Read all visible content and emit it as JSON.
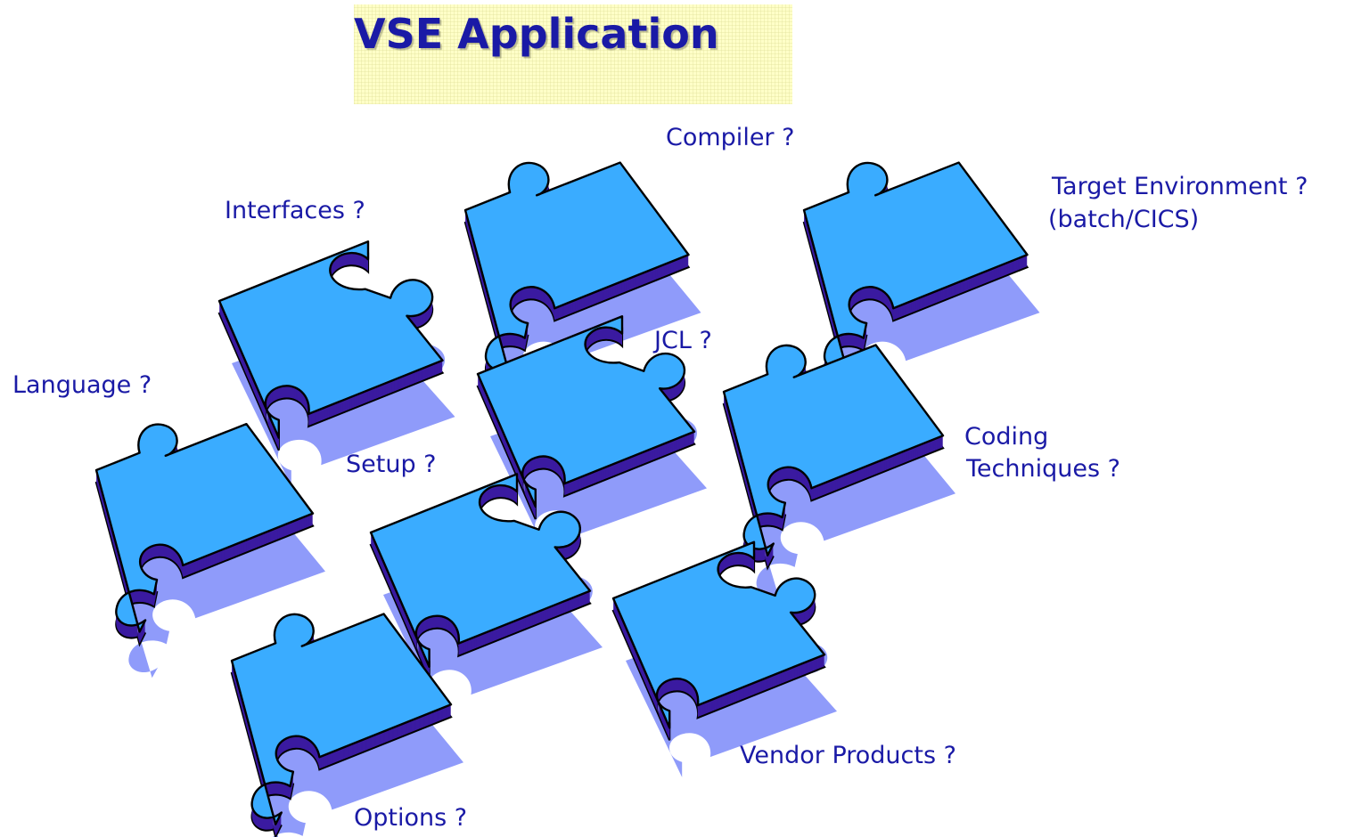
{
  "title": "VSE Application",
  "colors": {
    "piece_top": "#3aacff",
    "piece_side": "#3a1aa0",
    "shadow": "#8f9bfa",
    "outline": "#000000",
    "text": "#1a1aa6",
    "title_bg": "#ffffc8"
  },
  "labels": {
    "compiler": "Compiler ?",
    "interfaces": "Interfaces ?",
    "target_line1": "Target Environment ?",
    "target_line2": "(batch/CICS)",
    "jcl": "JCL ?",
    "language": "Language ?",
    "setup": "Setup ?",
    "coding_line1": "Coding",
    "coding_line2": "Techniques ?",
    "vendor": "Vendor Products ?",
    "options": "Options ?"
  }
}
